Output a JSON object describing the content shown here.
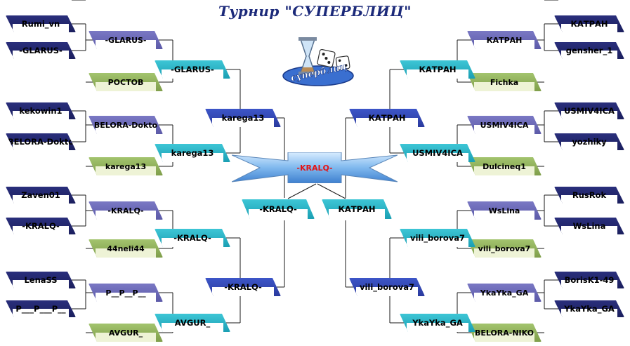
{
  "title": "Турнир \"СУПЕРБЛИЦ\"",
  "logo_text": "суперблиц",
  "final": {
    "winner": "-KRALQ-"
  },
  "finalists": {
    "left": "-KRALQ-",
    "right": "КАТРАН"
  },
  "left": {
    "r0": [
      "Rumi_vn",
      "-GLARUS-",
      "kekowin1",
      "BELORA-Dokto",
      "Zaven01",
      "-KRALQ-",
      "LenaSS",
      "P___P___P__"
    ],
    "r1": [
      "-GLARUS-",
      "РОСТОВ",
      "BELORA-Dokto",
      "karega13",
      "-KRALQ-",
      "44neli44",
      "P__P__P__",
      "AVGUR_"
    ],
    "r2": [
      "-GLARUS-",
      "karega13",
      "-KRALQ-",
      "AVGUR_"
    ],
    "r3": [
      "karega13",
      "-KRALQ-"
    ]
  },
  "right": {
    "r0": [
      "КАТРАН",
      "gensher_1",
      "USMIV4ICA",
      "yozhiky",
      "RusRok",
      "WsLina",
      "BorisK1-49",
      "YkaYka_GA"
    ],
    "r1": [
      "КАТРАН",
      "Fichka",
      "USMIV4ICA",
      "Dulcineq1",
      "WsLina",
      "vili_borova7",
      "YkaYka_GA",
      "BELORA-NIKO"
    ],
    "r2": [
      "КАТРАН",
      "USMIV4ICA",
      "vili_borova7",
      "YkaYka_GA"
    ],
    "r3": [
      "КАТРАН",
      "vili_borova7"
    ]
  },
  "colors": {
    "line": "#1a1a1a",
    "title": "#1c2a7a",
    "final_text": "#e41414"
  }
}
